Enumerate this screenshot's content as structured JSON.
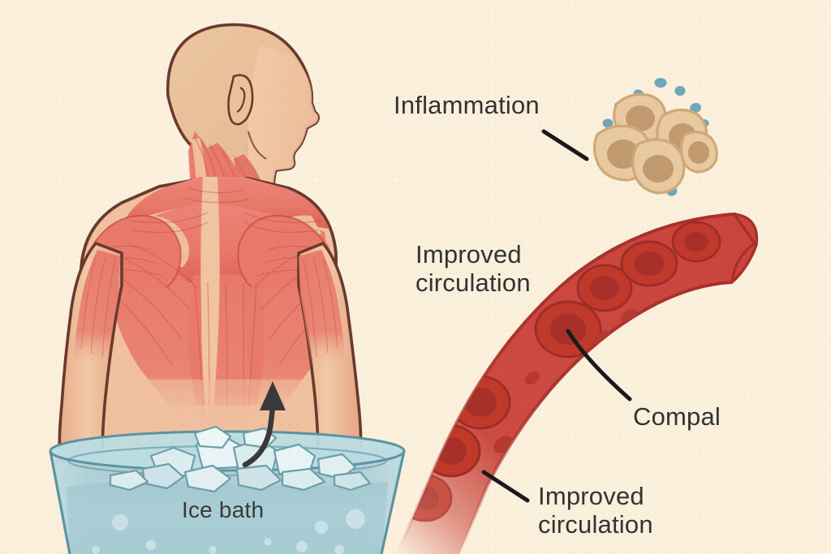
{
  "illustration": {
    "title": "Ice bath effects on muscle inflammation and circulation",
    "type": "medical-infographic",
    "background_color": "#FAF0DC"
  },
  "labels": {
    "inflammation": "Inflammation",
    "improved_circulation_mid": "Improved\ncirculation",
    "compal": "Compal",
    "improved_circulation_bottom": "Improved\ncirculation",
    "ice_bath": "Ice bath"
  },
  "colors": {
    "background": "#FAF0DC",
    "text": "#333333",
    "outline_dark": "#6B3A2E",
    "skin_light": "#F3C9A8",
    "skin_mid": "#EFB893",
    "skin_shadow": "#E2A383",
    "head_tan": "#E9C29C",
    "muscle_red": "#E8796B",
    "muscle_red_dark": "#D8574B",
    "muscle_fiber": "#C9493F",
    "vessel_red": "#CC4B42",
    "vessel_red_dark": "#A8302A",
    "vessel_outline": "#9E2E27",
    "rbc_ring": "#C0392B",
    "rbc_core": "#A8302A",
    "water_blue": "#A8CDD5",
    "water_blue_dark": "#8FBDC8",
    "bowl_rim": "#BCDDE3",
    "bowl_outline": "#5E93A0",
    "ice_white": "#E2F0F2",
    "ice_shade": "#C6DFE4",
    "cell_fill": "#E8C9A0",
    "cell_outline": "#D0A878",
    "cell_nucleus": "#C19A70",
    "cytokine_blue": "#6FA8B8",
    "arrow_dark": "#3A3A3A",
    "leader_line": "#1A1A1A"
  },
  "elements": {
    "human_figure": {
      "name": "person-back-view",
      "description": "Bald man seen from behind, head turned in right profile, back and arm musculature exposed, lower torso submerged in ice bath"
    },
    "ice_bath_bowl": {
      "name": "ice-bath-bowl",
      "description": "Large translucent blue bowl filled with water and ice cubes",
      "bubble_count": 9,
      "ice_cube_count": 13
    },
    "arrow_up": {
      "name": "cold-transfer-arrow",
      "direction": "up",
      "description": "Curved dark arrow rising from the ice into the lower back"
    },
    "inflammation_cluster": {
      "name": "inflammation-cell-cluster",
      "cell_count": 5,
      "cytokine_dot_count": 16,
      "description": "Cluster of five tan inflammatory cells with darker nuclei surrounded by blue cytokine dots"
    },
    "blood_vessel": {
      "name": "blood-vessel-cross-section",
      "description": "Curved red blood vessel running from lower-left (faded) to upper-right (rounded cap) containing red blood cells",
      "red_blood_cell_count": 7,
      "platelet_count": 4
    },
    "leader_lines": [
      {
        "name": "leader-line-inflammation",
        "from": "inflammation-label",
        "to": "inflammation-cell-cluster"
      },
      {
        "name": "leader-line-compal",
        "from": "compal-label",
        "to": "red-blood-cell"
      },
      {
        "name": "leader-line-improved-circulation",
        "from": "improved-circulation-label",
        "to": "blood-vessel-lower"
      }
    ]
  }
}
